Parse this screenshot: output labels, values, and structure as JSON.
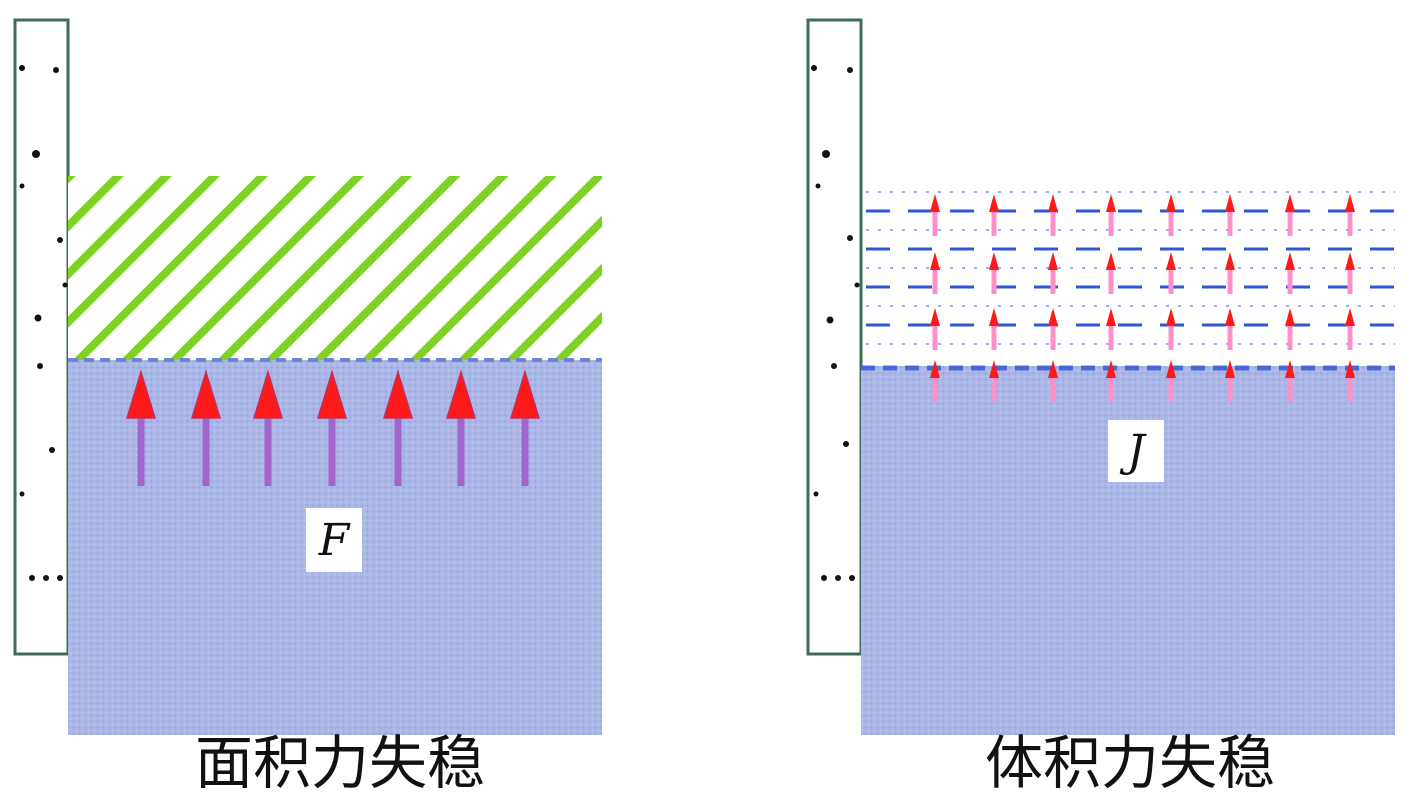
{
  "panels": [
    {
      "id": "surface",
      "caption": "面积力失稳",
      "variable": "F"
    },
    {
      "id": "body",
      "caption": "体积力失稳",
      "variable": "J"
    }
  ],
  "colors": {
    "liquid": "#a9b6e6",
    "liquid_dot": "#8e9cdc",
    "wall_stroke": "#3f6b5a",
    "hatch": "#7ed321",
    "arrow_head": "#ff1a1a",
    "arrow_shaft": "#a066cc",
    "pink_shaft": "#ff8fc8",
    "dash": "#2f56d6",
    "dash_dotted": "#9bb0ee"
  }
}
